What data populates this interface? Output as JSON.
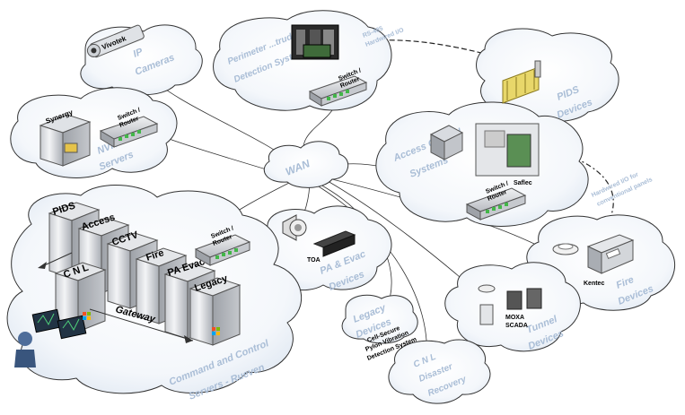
{
  "clouds": {
    "ip_cameras": {
      "line1": "IP",
      "line2": "Cameras",
      "camera_label": "Vivotek"
    },
    "perimeter": {
      "line1": "Perimeter ...truder",
      "line2": "Detection Systems"
    },
    "pids_devices": {
      "line1": "PIDS",
      "line2": "Devices"
    },
    "nvr": {
      "line1": "NVR",
      "line2": "Servers",
      "server_label": "Synergy"
    },
    "wan": {
      "label": "WAN"
    },
    "access_control": {
      "line1": "Access Control",
      "line2": "Systems",
      "panel_label": "Saflec"
    },
    "pa_evac": {
      "line1": "PA & Evac",
      "line2": "Devices",
      "device_label": "TOA"
    },
    "fire": {
      "line1": "Fire",
      "line2": "Devices",
      "panel_label": "Kentec"
    },
    "tunnel": {
      "line1": "Tunnel",
      "line2": "Devices",
      "device_line1": "MOXA",
      "device_line2": "SCADA"
    },
    "legacy": {
      "line1": "Legacy",
      "line2": "Devices"
    },
    "cnl_dr": {
      "line1": "C N L",
      "line2": "Disaster",
      "line3": "Recovery"
    },
    "command": {
      "line1": "Command and Control",
      "line2": "Servers - Rueven"
    }
  },
  "switch_label": {
    "line1": "Switch /",
    "line2": "Router"
  },
  "links": {
    "rs485": {
      "line1": "RS-485",
      "line2": "Hardwired I/O"
    },
    "hardwired_fire": {
      "line1": "Hardwired I/O for",
      "line2": "conventional panels"
    }
  },
  "cell_secure": {
    "line1": "Cell-Secure",
    "line2": "Pylon Vibration",
    "line3": "Detection System"
  },
  "servers": {
    "pids": "PIDS",
    "access": "Access",
    "cctv": "CCTV",
    "fire": "Fire",
    "pa_evac": "PA Evac",
    "legacy": "Legacy",
    "cnl": "C N L",
    "gateway": "Gateway"
  }
}
